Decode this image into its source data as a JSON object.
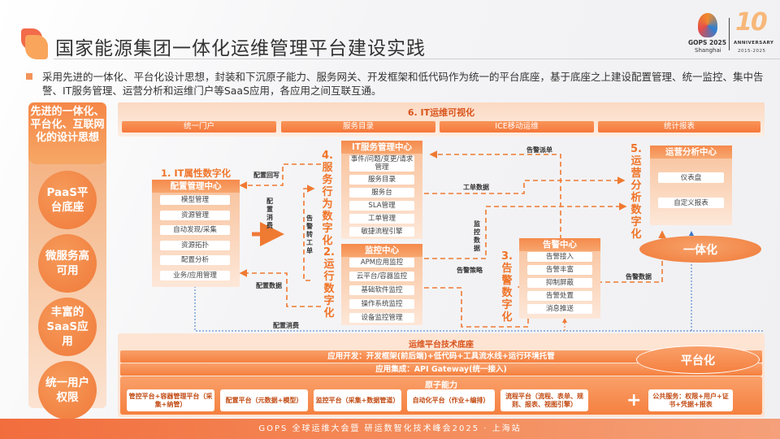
{
  "header": {
    "title": "国家能源集团一体化运维管理平台建设实践",
    "logo": {
      "event": "GOPS 2025",
      "city": "Shanghai",
      "anniversary_number": "10",
      "anniversary_label": "ANNIVERSARY",
      "years": "2015-2025"
    }
  },
  "description": "采用先进的一体化、平台化设计思想，封装和下沉原子能力、服务网关、开发框架和低代码作为统一的平台底座，基于底座之上建设配置管理、统一监控、集中告警、IT服务管理、运营分析和运维门户等SaaS应用，各应用之间互联互通。",
  "left_column": {
    "header": "先进的一体化、平台化、互联网化的设计思想",
    "circles": [
      "PaaS平台底座",
      "微服务高可用",
      "丰富的SaaS应用",
      "统一用户权限"
    ]
  },
  "visualization": {
    "title": "6. IT运维可视化",
    "tabs": [
      "统一门户",
      "服务目录",
      "ICE移动运维",
      "统计报表"
    ]
  },
  "sections": {
    "s1": "1. IT属性数字化",
    "s2": "2.运行数字化",
    "s3": "3.告警数字化",
    "s4": "4.服务行为数字化",
    "s5": "5.运营分析数字化"
  },
  "panels": {
    "config": {
      "title": "配置管理中心",
      "items": [
        "模型管理",
        "资源管理",
        "自动发现/采集",
        "资源拓扑",
        "配置分析",
        "业务/应用管理"
      ]
    },
    "itsm": {
      "title": "IT服务管理中心",
      "items": [
        "事件/问题/变更/请求管理",
        "服务目录",
        "服务台",
        "SLA管理",
        "工单管理",
        "敏捷流程引擎"
      ]
    },
    "monitor": {
      "title": "监控中心",
      "items": [
        "APM应用监控",
        "云平台/容器监控",
        "基础软件监控",
        "操作系统监控",
        "设备监控管理"
      ]
    },
    "alert": {
      "title": "告警中心",
      "items": [
        "告警接入",
        "告警丰富",
        "抑制屏蔽",
        "告警处置",
        "消息推送"
      ]
    },
    "ops": {
      "title": "运营分析中心",
      "items": [
        "仪表盘",
        "自定义报表"
      ]
    }
  },
  "connections": {
    "config_writeback": "配置回写",
    "config_consume_v": "配置消费",
    "alert_to_ticket": "告警转工单",
    "config_data": "配置数据",
    "config_consume": "配置消费",
    "alert_dispatch": "告警派单",
    "ticket_data": "工单数据",
    "monitor_data": "监控数据",
    "alert_policy": "告警策略",
    "alert_data": "告警数据"
  },
  "integration_label": "一体化",
  "base": {
    "title": "运维平台技术底座",
    "app_dev": "应用开发：开发框架(前后端)+低代码+工具流水线+运行环境托管",
    "app_integration": "应用集成：API Gateway(统一接入)",
    "platform_label": "平台化",
    "atomic": {
      "title": "原子能力",
      "items": [
        "管控平台+容器管理平台（采集+纳管）",
        "配置平台（元数据+模型）",
        "监控平台（采集+数据管道）",
        "自动化平台（作业+编排）",
        "流程平台（流程、表单、规则、报表、视图引擎）",
        "公共服务：权限+用户+证书+凭据+报表"
      ],
      "plus": "+"
    }
  },
  "footer": "GOPS 全球运维大会暨 研运数智化技术峰会2025 · 上海站",
  "colors": {
    "accent": "#f5803f",
    "accent_dark": "#d9541c",
    "label_orange": "#f07428",
    "panel_light": "#fde7d8"
  }
}
